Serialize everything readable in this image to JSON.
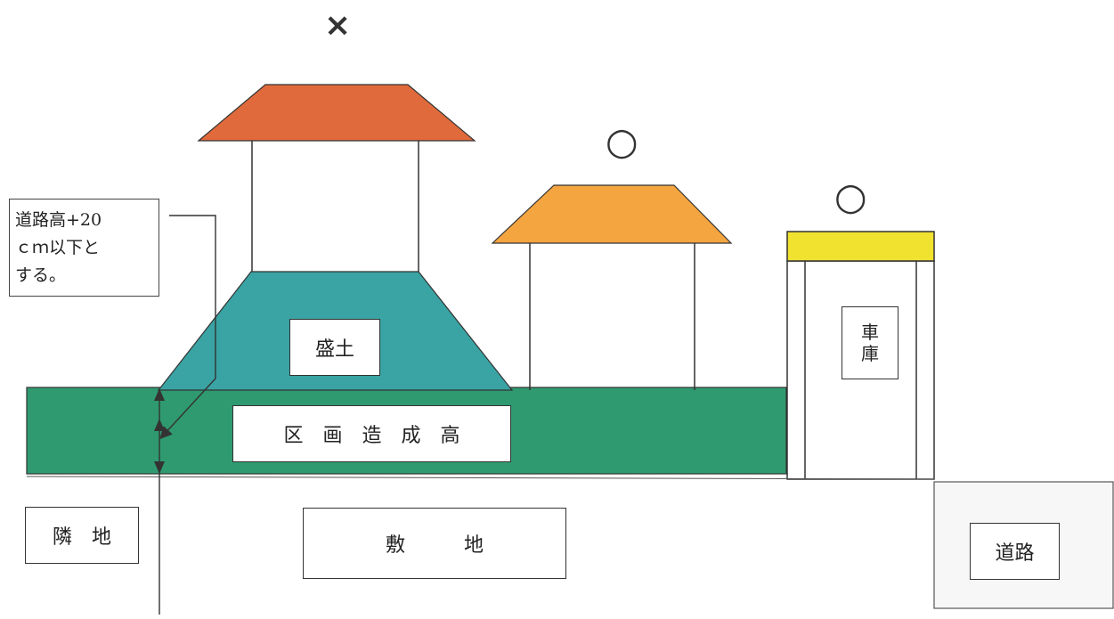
{
  "marks": {
    "house_large": "×",
    "house_small": "○",
    "garage": "○"
  },
  "note": {
    "line1": "道路高+20",
    "line2": "ｃｍ以下と",
    "line3": "する。"
  },
  "labels": {
    "embankment": "盛土",
    "lot_grade": "区　画　造　成　高",
    "garage": "車\n庫",
    "neighbor": "隣　地",
    "site": "敷　　　地",
    "road": "道路"
  },
  "colors": {
    "roof_large": "#e06a3c",
    "roof_small": "#f5a540",
    "garage_top": "#f2e230",
    "embankment": "#3aa3a3",
    "lot_band": "#2f9a70",
    "outline": "#333333"
  }
}
